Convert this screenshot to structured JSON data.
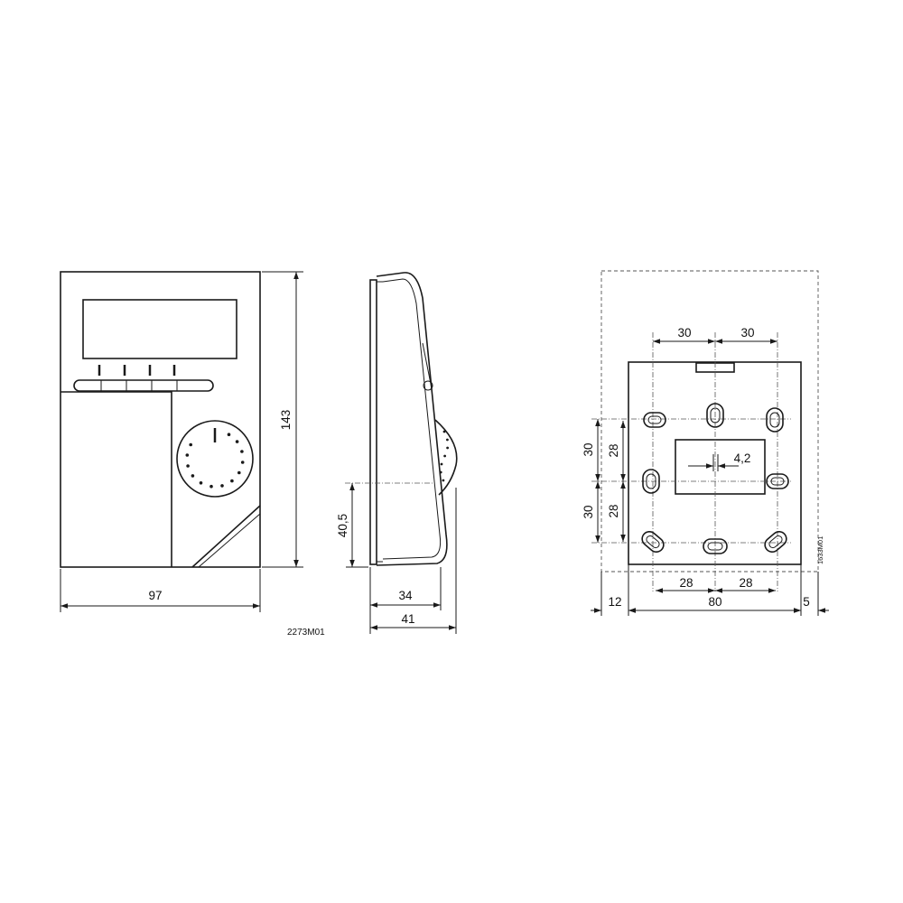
{
  "front_view": {
    "width_label": "97",
    "height_label": "143"
  },
  "side_view": {
    "mount_label": "40,5",
    "depth_inner_label": "34",
    "depth_outer_label": "41",
    "drawing_code": "2273M01"
  },
  "base_plate": {
    "hole_spacing_top_left": "30",
    "hole_spacing_top_right": "30",
    "hole_spacing_left_outer_top": "30",
    "hole_spacing_left_outer_bottom": "30",
    "hole_spacing_left_inner_top": "28",
    "hole_spacing_left_inner_bottom": "28",
    "hole_spacing_bottom_left": "28",
    "hole_spacing_bottom_right": "28",
    "hole_diameter_label": "4,2",
    "offset_left_label": "12",
    "plate_width_label": "80",
    "offset_right_label": "5",
    "drawing_code": "1633M01"
  }
}
